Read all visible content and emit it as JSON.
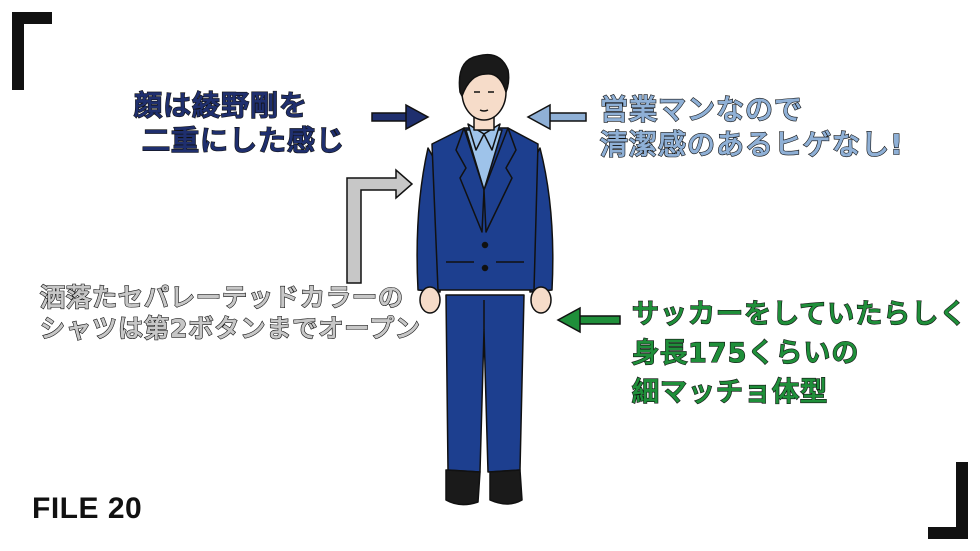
{
  "annotations": {
    "face": [
      "顔は綾野剛を",
      "二重にした感じ"
    ],
    "beard": [
      "営業マンなので",
      "清潔感のあるヒゲなし!"
    ],
    "shirt": [
      "洒落たセパレーテッドカラーの",
      "シャツは第2ボタンまでオープン"
    ],
    "body": [
      "サッカーをしていたらしく",
      "身長175くらいの",
      "細マッチョ体型"
    ]
  },
  "file_label": "FILE 20",
  "colors": {
    "navy": "#1f2f6e",
    "light_blue": "#8fb0d6",
    "grey": "#c7c7c7",
    "green": "#1f8f3a",
    "suit": "#1d3f8f"
  }
}
